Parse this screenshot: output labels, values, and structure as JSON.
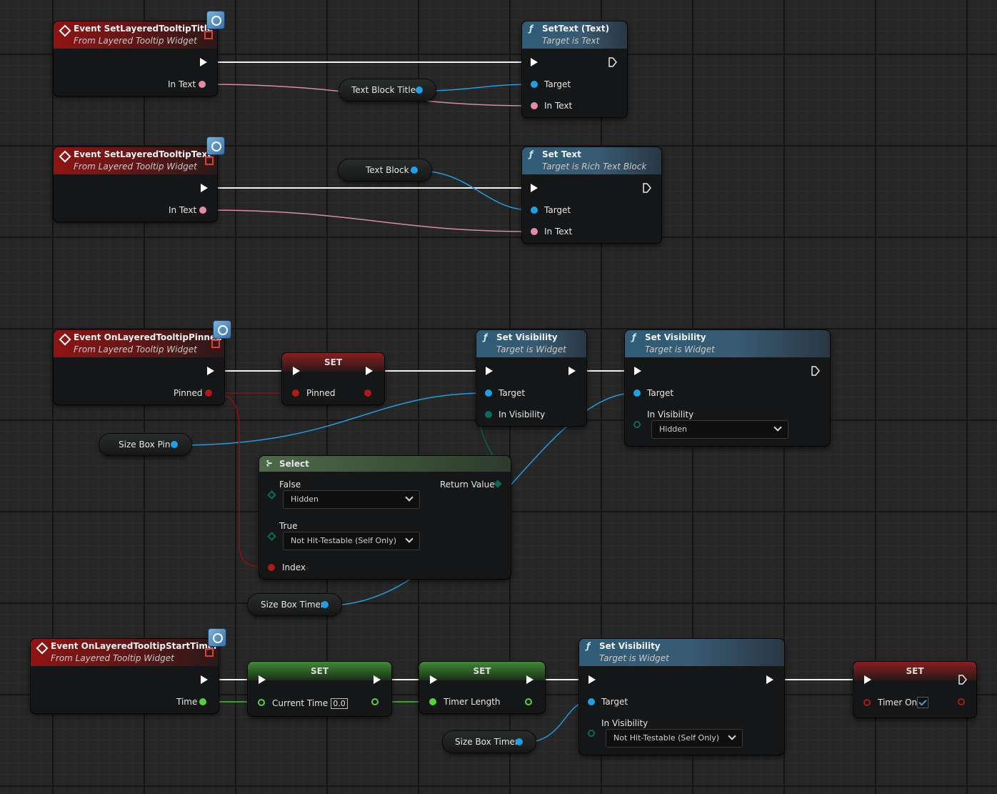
{
  "colors": {
    "exec": "#ffffff",
    "object": "#1ea0e8",
    "text": "#e58aa8",
    "bool": "#9a1414",
    "float": "#55d23a",
    "enum": "#0d6a5a"
  },
  "icons": {
    "event": "event-diamond-icon",
    "function": "function-f-icon",
    "widget": "widget-blueprint-icon",
    "select": "select-branch-icon"
  },
  "nodes": {
    "ev_title": {
      "title": "Event SetLayeredTooltipTitle",
      "subtitle": "From Layered Tooltip Widget",
      "pin": "In Text"
    },
    "settext1": {
      "title": "SetText (Text)",
      "subtitle": "Target is Text",
      "pins": [
        "Target",
        "In Text"
      ]
    },
    "var_title": {
      "label": "Text Block Title"
    },
    "ev_text": {
      "title": "Event SetLayeredTooltipText",
      "subtitle": "From Layered Tooltip Widget",
      "pin": "In Text"
    },
    "var_text": {
      "label": "Text Block"
    },
    "settext2": {
      "title": "Set Text",
      "subtitle": "Target is Rich Text Block",
      "pins": [
        "Target",
        "In Text"
      ]
    },
    "ev_pinned": {
      "title": "Event OnLayeredTooltipPinned",
      "subtitle": "From Layered Tooltip Widget",
      "pin": "Pinned"
    },
    "set_pinned": {
      "title": "SET",
      "pin": "Pinned"
    },
    "vis1": {
      "title": "Set Visibility",
      "subtitle": "Target is Widget",
      "pins": [
        "Target",
        "In Visibility"
      ]
    },
    "vis2": {
      "title": "Set Visibility",
      "subtitle": "Target is Widget",
      "pins": [
        "Target",
        "In Visibility"
      ],
      "value": "Hidden"
    },
    "var_sizepin": {
      "label": "Size Box Pin"
    },
    "select": {
      "title": "Select",
      "false_label": "False",
      "false_value": "Hidden",
      "true_label": "True",
      "true_value": "Not Hit-Testable (Self Only)",
      "index": "Index",
      "ret": "Return Value"
    },
    "var_sizetimer1": {
      "label": "Size Box Timer"
    },
    "ev_timer": {
      "title": "Event OnLayeredTooltipStartTimer",
      "subtitle": "From Layered Tooltip Widget",
      "pin": "Time"
    },
    "set_curtime": {
      "title": "SET",
      "pin": "Current Time",
      "value": "0.0"
    },
    "set_timerlen": {
      "title": "SET",
      "pin": "Timer Length"
    },
    "vis3": {
      "title": "Set Visibility",
      "subtitle": "Target is Widget",
      "pins": [
        "Target",
        "In Visibility"
      ],
      "value": "Not Hit-Testable (Self Only)"
    },
    "var_sizetimer2": {
      "label": "Size Box Timer"
    },
    "set_timeron": {
      "title": "SET",
      "pin": "Timer On",
      "checked": true
    }
  }
}
